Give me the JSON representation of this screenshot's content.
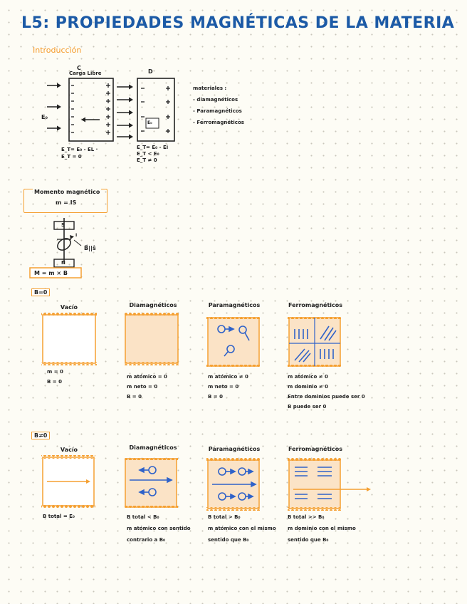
{
  "title": "L5: PROPIEDADES MAGNÉTICAS DE LA MATERIA",
  "intro_label": "Introducción",
  "capacitors": {
    "label_c": "C",
    "label_carga_libre": "Carga Libre",
    "label_d": "D",
    "label_e0": "E₀",
    "label_e0_box": "E₀",
    "eq_left": [
      "E_T= E₀ - EL ·",
      "E_T = 0"
    ],
    "eq_right": [
      "E_T= E₀ - Ei",
      "E_T < E₀",
      "E_T ≠ 0"
    ]
  },
  "materials": {
    "heading": "materiales :",
    "items": [
      "- diamagnéticos",
      "- Paramagnéticos",
      "- Ferromagnéticos"
    ]
  },
  "momento": {
    "heading": "Momento magnético",
    "formula": "m = IS",
    "loop_top": "S",
    "loop_bottom": "N",
    "field_label": "B⃗||ŝ",
    "i_label": "I",
    "torque": "M = m × B"
  },
  "section1": {
    "tag": "B=0",
    "columns": [
      {
        "name": "Vacío",
        "notes": [
          "m = 0",
          "B = 0"
        ]
      },
      {
        "name": "Diamagnéticos",
        "notes": [
          "m atómico = 0",
          "m neto = 0",
          "B = 0"
        ]
      },
      {
        "name": "Paramagnéticos",
        "notes": [
          "m atómico ≠ 0",
          "m neto = 0",
          "B = 0"
        ]
      },
      {
        "name": "Ferromagnéticos",
        "notes": [
          "m atómico ≠ 0",
          "m dominio ≠ 0",
          "Entre dominios puede ser 0",
          "B puede ser 0"
        ]
      }
    ]
  },
  "section2": {
    "tag": "B≠0",
    "columns": [
      {
        "name": "Vacío",
        "notes": [
          "B total = E₀"
        ]
      },
      {
        "name": "Diamagnéticos",
        "notes": [
          "B total < B₀",
          "m atómico con sentido",
          "contrario a B₀"
        ]
      },
      {
        "name": "Paramagnéticos",
        "notes": [
          "B total > B₀",
          "m atómico con el mismo",
          "sentido que B₀"
        ]
      },
      {
        "name": "Ferromagnéticos",
        "notes": [
          "B total >> B₀",
          "m dominio con el mismo",
          "sentido que B₀"
        ]
      }
    ]
  },
  "colors": {
    "title": "#1c5aa6",
    "accent": "#f59b2b",
    "fill": "#fbe3c6",
    "blue": "#2f62c9"
  }
}
